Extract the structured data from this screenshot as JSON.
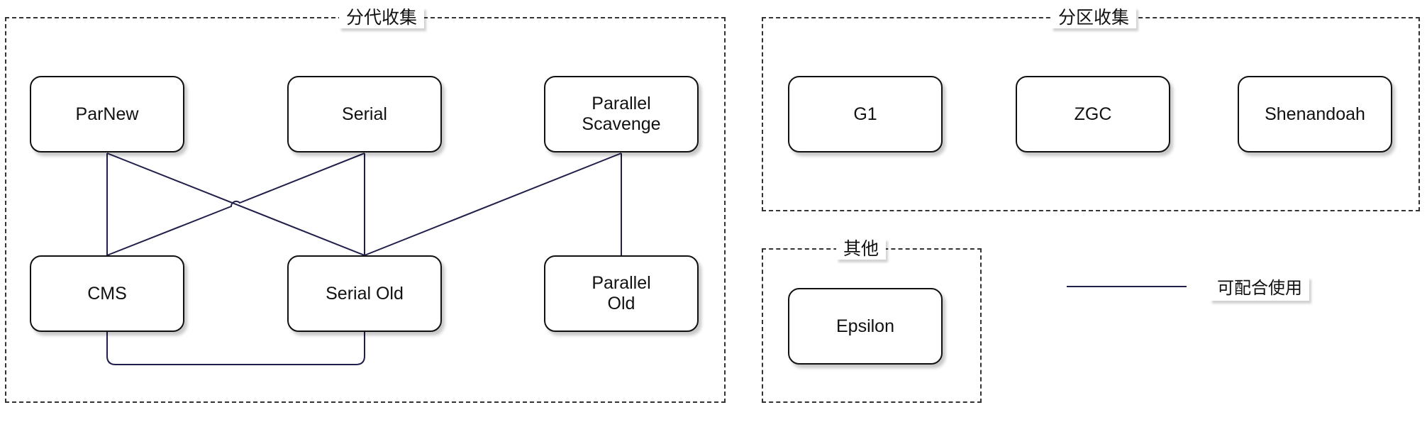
{
  "groups": {
    "generational": {
      "title": "分代收集"
    },
    "regional": {
      "title": "分区收集"
    },
    "other": {
      "title": "其他"
    }
  },
  "nodes": {
    "parnew": "ParNew",
    "serial": "Serial",
    "parallel_scavenge": "Parallel\nScavenge",
    "cms": "CMS",
    "serial_old": "Serial Old",
    "parallel_old": "Parallel\nOld",
    "g1": "G1",
    "zgc": "ZGC",
    "shenandoah": "Shenandoah",
    "epsilon": "Epsilon"
  },
  "edges": [
    {
      "from": "parnew",
      "to": "cms"
    },
    {
      "from": "parnew",
      "to": "serial_old"
    },
    {
      "from": "serial",
      "to": "cms"
    },
    {
      "from": "serial",
      "to": "serial_old"
    },
    {
      "from": "parallel_scavenge",
      "to": "serial_old"
    },
    {
      "from": "parallel_scavenge",
      "to": "parallel_old"
    },
    {
      "from": "cms",
      "to": "serial_old"
    }
  ],
  "legend": {
    "label": "可配合使用"
  },
  "colors": {
    "line": "#1f1f4a",
    "border": "#111111",
    "dashed": "#333333"
  }
}
